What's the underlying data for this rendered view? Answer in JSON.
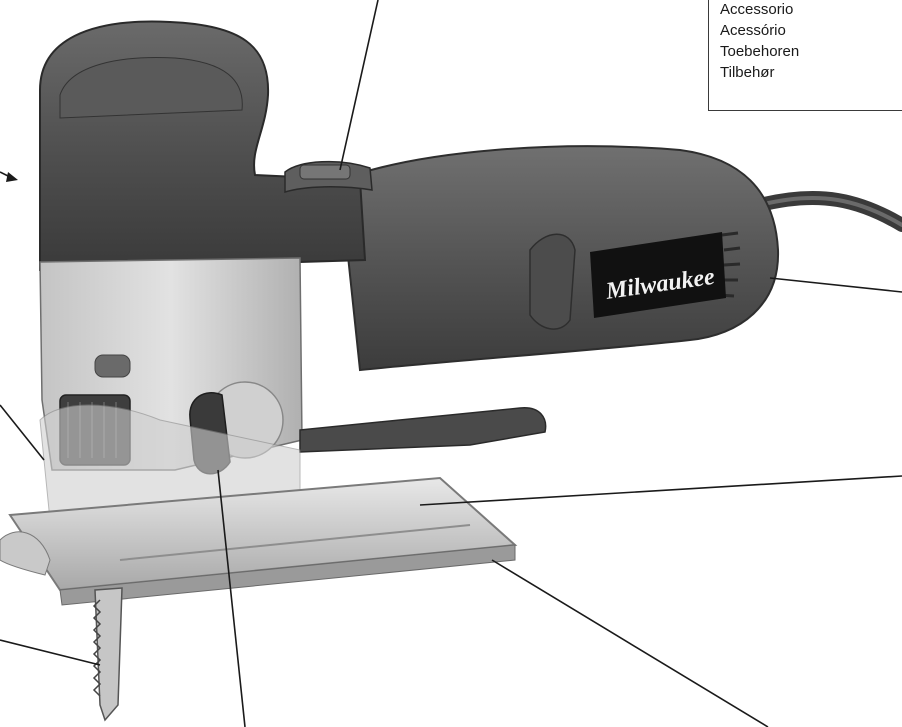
{
  "legend": {
    "lines": [
      "Accessorio",
      "Acessório",
      "Toebehoren",
      "Tilbehør"
    ]
  },
  "brand": {
    "logo_text": "Milwaukee"
  },
  "colors": {
    "background": "#ffffff",
    "body_dark": "#4a4a4a",
    "body_mid": "#5c5c5c",
    "body_light": "#6e6e6e",
    "metal_light": "#d6d6d6",
    "metal_mid": "#b9b9b9",
    "leader_line": "#1a1a1a",
    "logo_bg": "#111111",
    "logo_text": "#f2f2f2"
  }
}
